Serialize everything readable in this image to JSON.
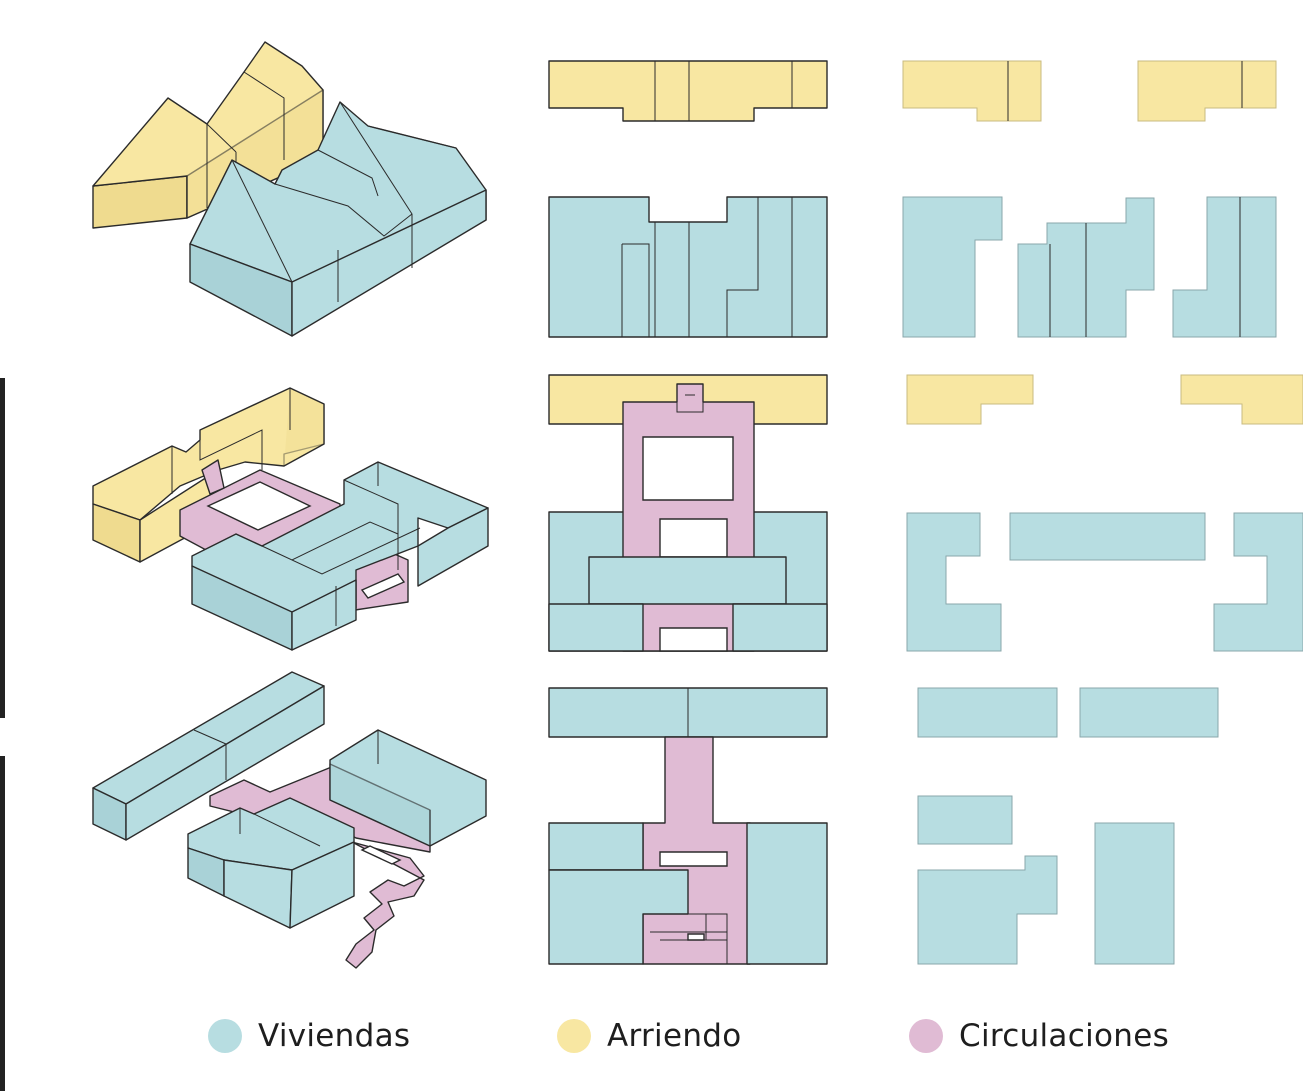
{
  "colors": {
    "viviendas": "#b7dde1",
    "arriendo": "#f8e7a2",
    "circulaciones": "#e0bbd4",
    "stroke": "#2b2b2b",
    "bar": "#222222"
  },
  "legend": [
    {
      "label": "Viviendas",
      "color_key": "viviendas"
    },
    {
      "label": "Arriendo",
      "color_key": "arriendo"
    },
    {
      "label": "Circulaciones",
      "color_key": "circulaciones"
    }
  ]
}
